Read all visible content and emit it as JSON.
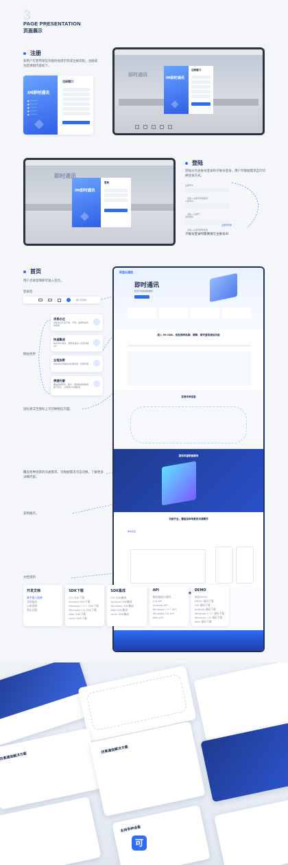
{
  "header": {
    "number": "3",
    "title_en": "PAGE PRESENTATION",
    "title_zh": "页面展示"
  },
  "register": {
    "title": "注册",
    "desc": "新用户在使用某些功能时会提示完成注册流程，注册成功后弹窗内容如下。",
    "modal_brand": "IM即时通讯",
    "modal_title": "注册窗口",
    "big_modal_brand": "IM即时通讯",
    "big_modal_title": "注册窗口",
    "bg_heading": "即时通讯"
  },
  "login": {
    "title": "登陆",
    "desc": "登陆分为主账号登录和子账号登录，用户可根据需求自行切换登录方式。",
    "fields": [
      "主账号ID",
      "子账号ID",
      "登录密码"
    ],
    "placeholders": [
      "请输入主账号登录账号",
      "请输入子账号",
      "请输入子账号登录密码"
    ],
    "switch_link": "主账号登录",
    "note": "子账号登录时需要填写主账号ID",
    "modal_brand": "IM即时通讯",
    "modal_title": "登录",
    "bg_heading": "即时通讯"
  },
  "home": {
    "title": "首页",
    "desc": "用户点进官网即可进入首页。",
    "login_label": "登录后",
    "login_user": "用户名称称...",
    "advantages_label": "网站优势",
    "hover_note": "鼠标悬浮至图标上可切换相应页面。",
    "scenario_note": "覆盖各种场景的沟通需求，可根据需求点击切换，了解更多详细内容。",
    "case_note": "案例展示。",
    "docs_note": "文档资料",
    "logo": "阿里云通信",
    "hero_title": "即时通讯",
    "hero_sub": "稳定可靠的通信服务",
    "section2": "接入 IM SDK，轻松拥有私聊、群聊、聊天室等通信功能",
    "section3": "支持多种设备",
    "section4": "提供丰富配套服务",
    "section5": "功能齐全，覆盖各种场景的沟通需求",
    "section5_tab": "电商直运",
    "section6": "文档资料",
    "advantages": [
      {
        "title": "消息必达",
        "text": "通信消息不丢不重，不错，速通快捷支持通信"
      },
      {
        "title": "快速集成",
        "text": "提供Web组件，帮助快速接入实现功能API"
      },
      {
        "title": "全程加密",
        "text": "通信消息传输协议全部加密，权限管理"
      },
      {
        "title": "便捷托管",
        "text": "覆盖各种场景，图片、视频等通信数据都可托管，方便用户管理数据"
      }
    ]
  },
  "docs_columns": [
    {
      "title": "开发文档",
      "items": [
        "新手接入指南",
        "消息服务",
        "UI库说明",
        "常见问题"
      ],
      "highlight": 0
    },
    {
      "title": "SDK下载",
      "items": [
        "iOS SDK下载",
        "Android SDK下载",
        "Windows C++ SDK下载",
        "Windows C# SDK下载",
        "Web SDK下载",
        "Unity SDK下载"
      ],
      "highlight": -1
    },
    {
      "title": "SDK集成",
      "items": [
        "iOS SDK集成",
        "Android SDK集成",
        "Windows SDK集成",
        "Web SDK集成",
        "Unity SDK集成"
      ],
      "highlight": -1
    },
    {
      "title": "API",
      "items": [
        "服务端接口说明",
        "iOS API",
        "Android API",
        "Windows C++ API",
        "Windows C# API",
        "Web API"
      ],
      "highlight": -1
    },
    {
      "title": "DEMO",
      "items": [
        "体验DEMO",
        "DEMO 源码下载",
        "iOS 源码下载",
        "Android 源码下载",
        "Windows C++ 源码下载",
        "Windows C# 源码下载",
        "Web 源码下载"
      ],
      "highlight": -1
    }
  ],
  "collage": {
    "label1": "仿真通信解决方案",
    "label2": "仿真通信解决方案",
    "label3": "支持多种设备",
    "badge": "可"
  },
  "colors": {
    "accent": "#2e6cf6",
    "dark": "#1b2b50",
    "navy": "#1f3b8f"
  }
}
